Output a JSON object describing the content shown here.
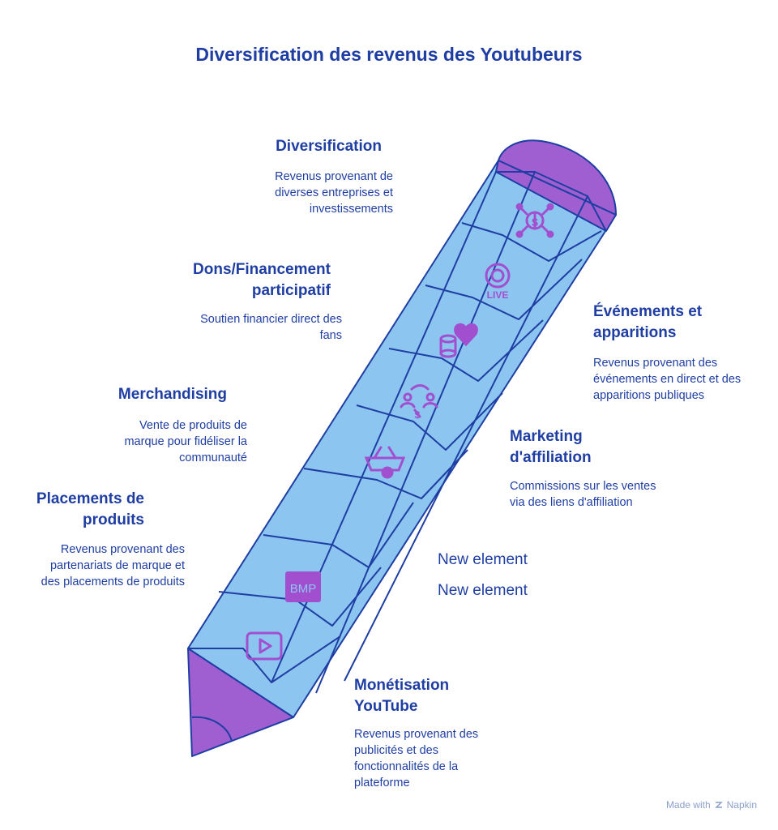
{
  "title": "Diversification des revenus des Youtubeurs",
  "sections": {
    "diversification": {
      "label": "Diversification",
      "desc": [
        "Revenus provenant de",
        "diverses entreprises et",
        "investissements"
      ]
    },
    "dons": {
      "label": [
        "Dons/Financement",
        "participatif"
      ],
      "desc": [
        "Soutien financier direct des",
        "fans"
      ]
    },
    "evenements": {
      "label": [
        "Événements et",
        "apparitions"
      ],
      "desc": [
        "Revenus provenant des",
        "événements en direct et des",
        "apparitions publiques"
      ]
    },
    "merchandising": {
      "label": "Merchandising",
      "desc": [
        "Vente de produits de",
        "marque pour fidéliser la",
        "communauté"
      ]
    },
    "affiliation": {
      "label": [
        "Marketing",
        "d'affiliation"
      ],
      "desc": [
        "Commissions sur les ventes",
        "via des liens d'affiliation"
      ]
    },
    "placements": {
      "label": [
        "Placements de",
        "produits"
      ],
      "desc": [
        "Revenus provenant des",
        "partenariats de marque et",
        "des placements de produits"
      ]
    },
    "monetisation": {
      "label": [
        "Monétisation",
        "YouTube"
      ],
      "desc": [
        "Revenus provenant des",
        "publicités et des",
        "fonctionnalités de la",
        "plateforme"
      ]
    }
  },
  "new_elements": [
    "New element",
    "New element"
  ],
  "icons": {
    "live_text": "LIVE",
    "bmp_text": "BMP"
  },
  "colors": {
    "body": "#8cc6f0",
    "outline": "#1f3ea3",
    "accent": "#a05fd0",
    "icon": "#a24fcf"
  },
  "footer": {
    "made_with": "Made with",
    "brand": "Napkin"
  }
}
